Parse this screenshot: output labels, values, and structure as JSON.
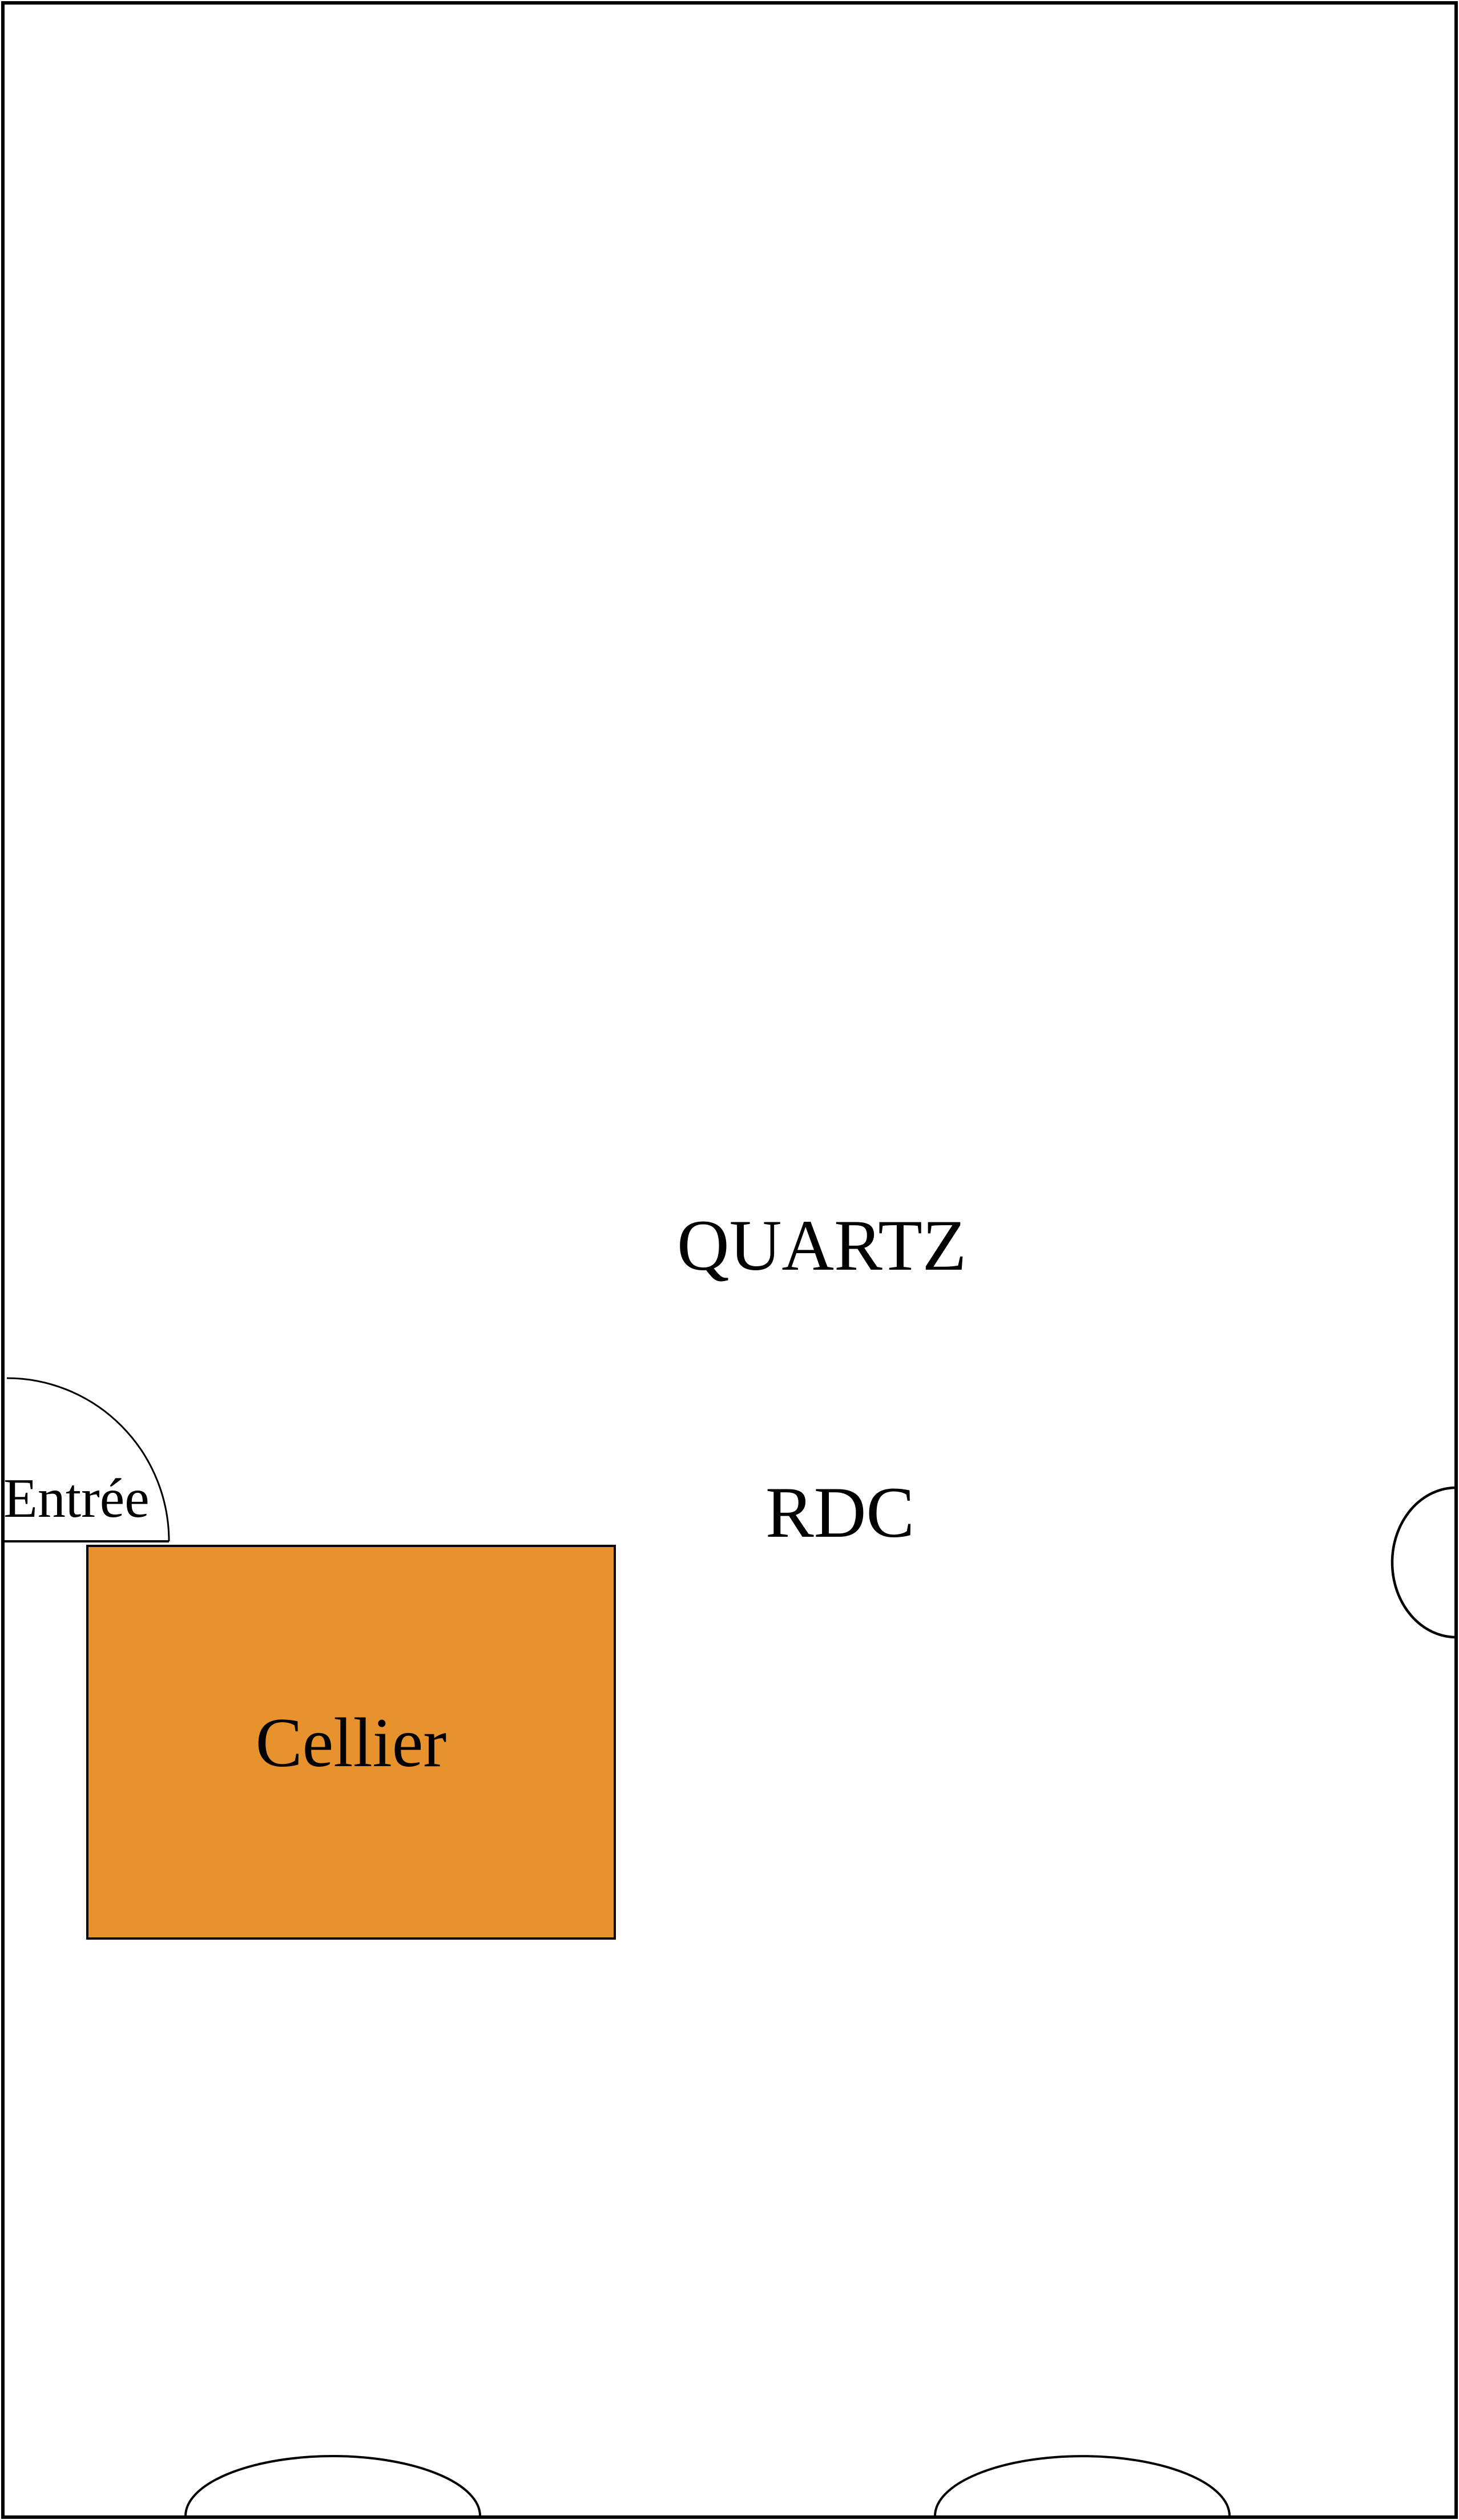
{
  "page": {
    "background_color": "#FFFFFF",
    "wall_color": "#000000"
  },
  "plan": {
    "floor_label": "QUARTZ",
    "level_label": "RDC",
    "entry_label": "Entrée",
    "rooms": [
      {
        "name": "Cellier",
        "fill": "#E8922E"
      }
    ]
  }
}
